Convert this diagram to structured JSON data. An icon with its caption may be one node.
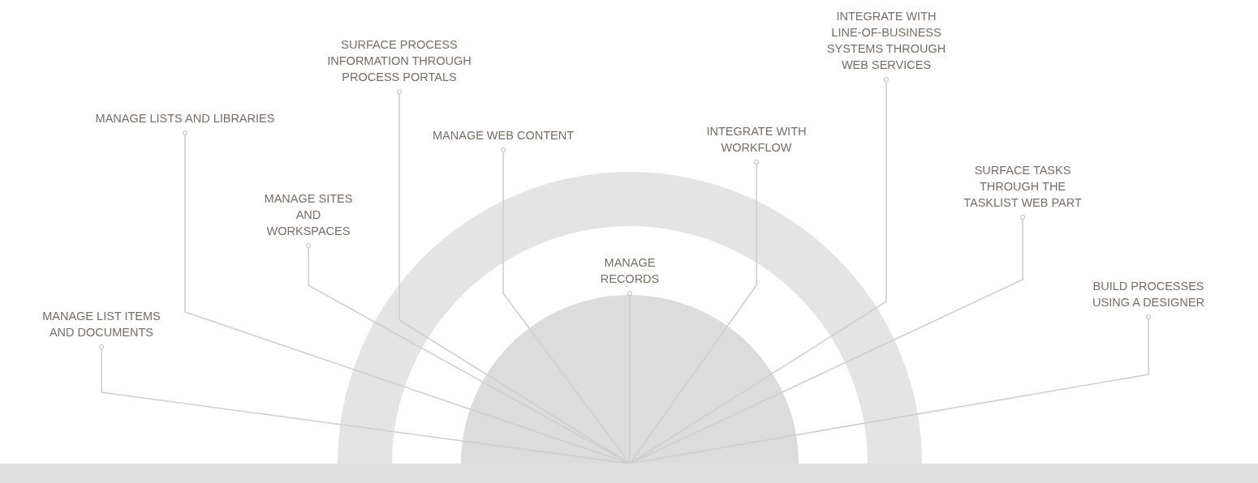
{
  "diagram": {
    "nodes": [
      {
        "text": [
          "MANAGE LIST ITEMS AND DOCUMENTS"
        ]
      },
      {
        "text": [
          "MANAGE LISTS AND LIBRARIES"
        ]
      },
      {
        "text": [
          "MANAGE SITES AND WORKSPACES"
        ]
      },
      {
        "text": [
          "SURFACE PROCESS INFORMATION THROUGH PROCESS PORTALS"
        ]
      },
      {
        "text": [
          "MANAGE WEB CONTENT"
        ]
      },
      {
        "text": [
          "MANAGE RECORDS"
        ]
      },
      {
        "text": [
          "INTEGRATE WITH WORKFLOW"
        ]
      },
      {
        "text": [
          "INTEGRATE WITH LINE-OF-BUSINESS SYSTEMS THROUGH WEB SERVICES"
        ]
      },
      {
        "text": [
          "SURFACE TASKS THROUGH THE TASKLIST WEB PART"
        ]
      },
      {
        "text": [
          "BUILD PROCESSES USING A DESIGNER"
        ]
      },
      {
        "text": [],
        "shape": "bar"
      }
    ],
    "edges": [
      {
        "from": 0,
        "to": 10,
        "arrow": "other"
      },
      {
        "from": 1,
        "to": 10,
        "arrow": "other"
      },
      {
        "from": 2,
        "to": 10,
        "arrow": "other"
      },
      {
        "from": 3,
        "to": 10,
        "arrow": "other"
      },
      {
        "from": 4,
        "to": 10,
        "arrow": "other"
      },
      {
        "from": 5,
        "to": 10,
        "arrow": "other"
      },
      {
        "from": 6,
        "to": 10,
        "arrow": "other"
      },
      {
        "from": 7,
        "to": 10,
        "arrow": "other"
      },
      {
        "from": 8,
        "to": 10,
        "arrow": "other"
      },
      {
        "from": 9,
        "to": 10,
        "arrow": "other"
      }
    ]
  }
}
